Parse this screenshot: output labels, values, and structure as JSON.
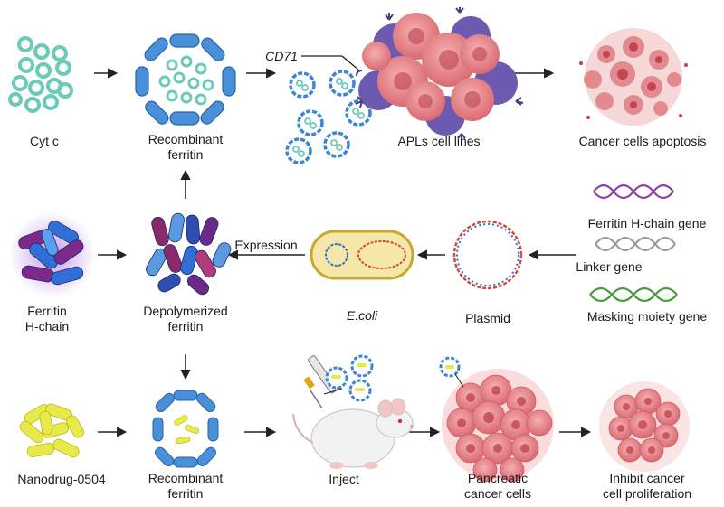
{
  "labels": {
    "cyt_c": "Cyt c",
    "recombinant_ferritin_top_1": "Recombinant",
    "recombinant_ferritin_top_2": "ferritin",
    "cd71": "CD71",
    "apls_cell_lines": "APLs cell lines",
    "cancer_cells_apoptosis": "Cancer cells apoptosis",
    "ferritin_h_chain_gene": "Ferritin H-chain gene",
    "linker_gene": "Linker gene",
    "masking_moiety_gene": "Masking moiety gene",
    "ferritin_h_chain_1": "Ferritin",
    "ferritin_h_chain_2": "H-chain",
    "depolymerized_ferritin_1": "Depolymerized",
    "depolymerized_ferritin_2": "ferritin",
    "expression": "Expression",
    "e_coli": "E.coli",
    "plasmid": "Plasmid",
    "nanodrug": "Nanodrug-0504",
    "recombinant_ferritin_bottom_1": "Recombinant",
    "recombinant_ferritin_bottom_2": "ferritin",
    "inject": "Inject",
    "pancreatic_1": "Pancreatic",
    "pancreatic_2": "cancer cells",
    "inhibit_1": "Inhibit cancer",
    "inhibit_2": "cell proliferation"
  },
  "colors": {
    "cyt_c": "#7fd3c7",
    "ferritin_shell": "#4a90d9",
    "ferritin_chain_purple": "#7a2a8a",
    "ferritin_chain_blue": "#2f6fd6",
    "nanodrug": "#e8ea4a",
    "cancer_pink": "#ec8a8e",
    "apl_purple": "#6c5ab0",
    "gene_purple": "#8a3fa8",
    "gene_gray": "#9a9a9a",
    "gene_green": "#4a9a3a",
    "ecoli_body": "#f4e7a8"
  }
}
